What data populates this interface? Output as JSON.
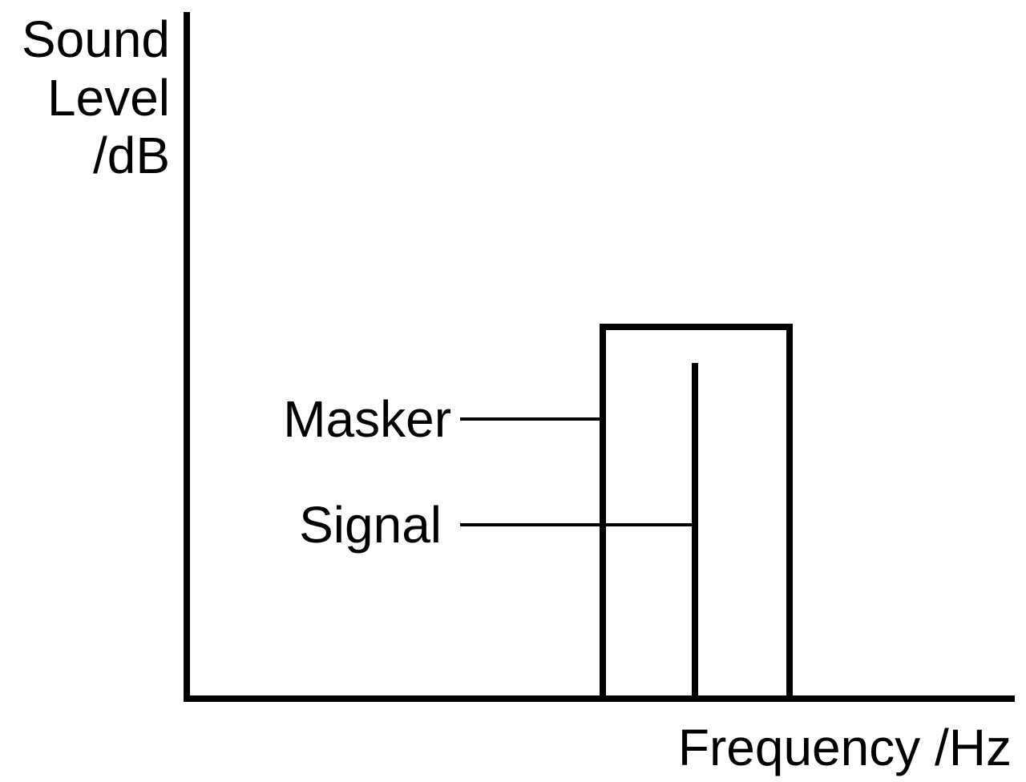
{
  "axes": {
    "y_label_lines": [
      "Sound",
      "Level",
      "/dB"
    ],
    "x_label": "Frequency /Hz"
  },
  "labels": {
    "masker": "Masker",
    "signal": "Signal"
  },
  "colors": {
    "stroke": "#000000",
    "background": "#ffffff"
  }
}
